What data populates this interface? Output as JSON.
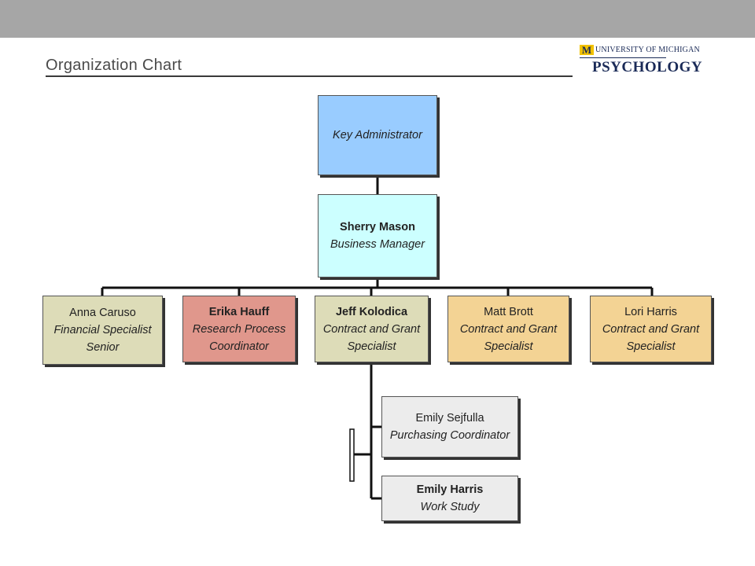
{
  "title": "Organization Chart",
  "logo": {
    "university": "UNIVERSITY OF MICHIGAN",
    "department": "PSYCHOLOGY",
    "brand_colors": {
      "maize": "#f2c200",
      "blue": "#1a2a57"
    }
  },
  "nodes": {
    "key_admin": {
      "role": "Key Administrator"
    },
    "mason": {
      "name": "Sherry Mason",
      "role": "Business Manager"
    },
    "caruso": {
      "name": "Anna Caruso",
      "role": "Financial Specialist Senior"
    },
    "hauff": {
      "name": "Erika Hauff",
      "role": "Research Process Coordinator"
    },
    "kolodica": {
      "name": "Jeff Kolodica",
      "role": "Contract and Grant Specialist"
    },
    "brott": {
      "name": "Matt Brott",
      "role": "Contract and Grant Specialist"
    },
    "lharris": {
      "name": "Lori Harris",
      "role": "Contract and Grant Specialist"
    },
    "sejfulla": {
      "name": "Emily Sejfulla",
      "role": "Purchasing Coordinator"
    },
    "eharris": {
      "name": "Emily Harris",
      "role": "Work Study"
    }
  },
  "colors": {
    "key_admin": "#99ccff",
    "manager": "#ccffff",
    "financial": "#dddcb8",
    "research": "#e0978c",
    "grant": "#f3d394",
    "support": "#ececec"
  }
}
